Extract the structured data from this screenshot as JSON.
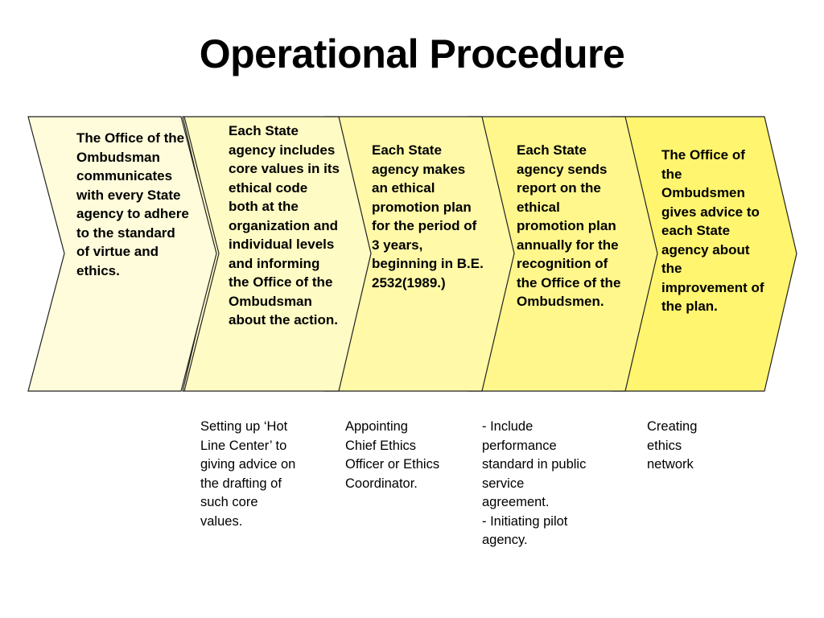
{
  "title": "Operational Procedure",
  "colors": {
    "step_fills": [
      "#FFFCDB",
      "#FFFBC4",
      "#FFF9A8",
      "#FFF78C",
      "#FFF56E"
    ],
    "outline": "#222222"
  },
  "steps": [
    {
      "text": "The Office of the Ombudsman communicates with every State agency to adhere to the standard of virtue and ethics."
    },
    {
      "text": "Each State agency includes core values in its ethical code both at the organization and individual levels and informing the Office of the Ombudsman about the action."
    },
    {
      "text": "Each State agency makes an ethical promotion plan for the period of 3 years, beginning in B.E. 2532(1989.)"
    },
    {
      "text": "Each State agency sends report on the ethical promotion plan annually for the recognition of the Office of the Ombudsmen."
    },
    {
      "text": "The Office of the Ombudsmen gives advice to each State agency about the improvement of the plan."
    }
  ],
  "notes": [
    {
      "text": "Setting up ‘Hot Line Center’ to giving advice on the drafting of such core values."
    },
    {
      "text": "Appointing Chief Ethics Officer or Ethics Coordinator."
    },
    {
      "line1": "- Include performance standard  in public service agreement.",
      "line2": "- Initiating pilot agency."
    },
    {
      "text": "Creating ethics network"
    }
  ]
}
